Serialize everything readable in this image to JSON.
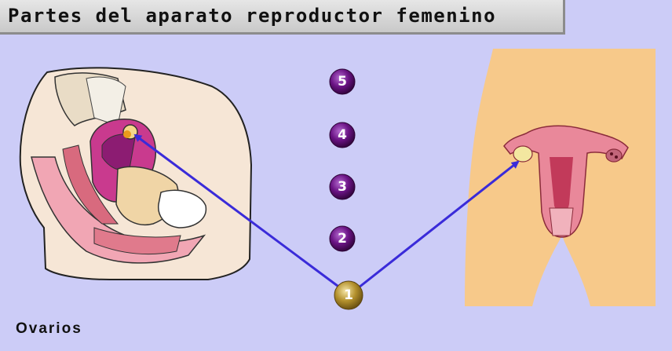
{
  "title": "Partes del aparato reproductor femenino",
  "caption": "Ovarios",
  "buttons": [
    {
      "label": "5",
      "active": false
    },
    {
      "label": "4",
      "active": false
    },
    {
      "label": "3",
      "active": false
    },
    {
      "label": "2",
      "active": false
    },
    {
      "label": "1",
      "active": true
    }
  ],
  "colors": {
    "background": "#ccccf7",
    "arrow": "#3a2bd9",
    "button_purple": "#5a0a70",
    "button_active": "#b08d2a",
    "skin": "#f7c98a"
  },
  "icons": [
    "sagittal-section-illustration",
    "frontal-section-illustration"
  ]
}
